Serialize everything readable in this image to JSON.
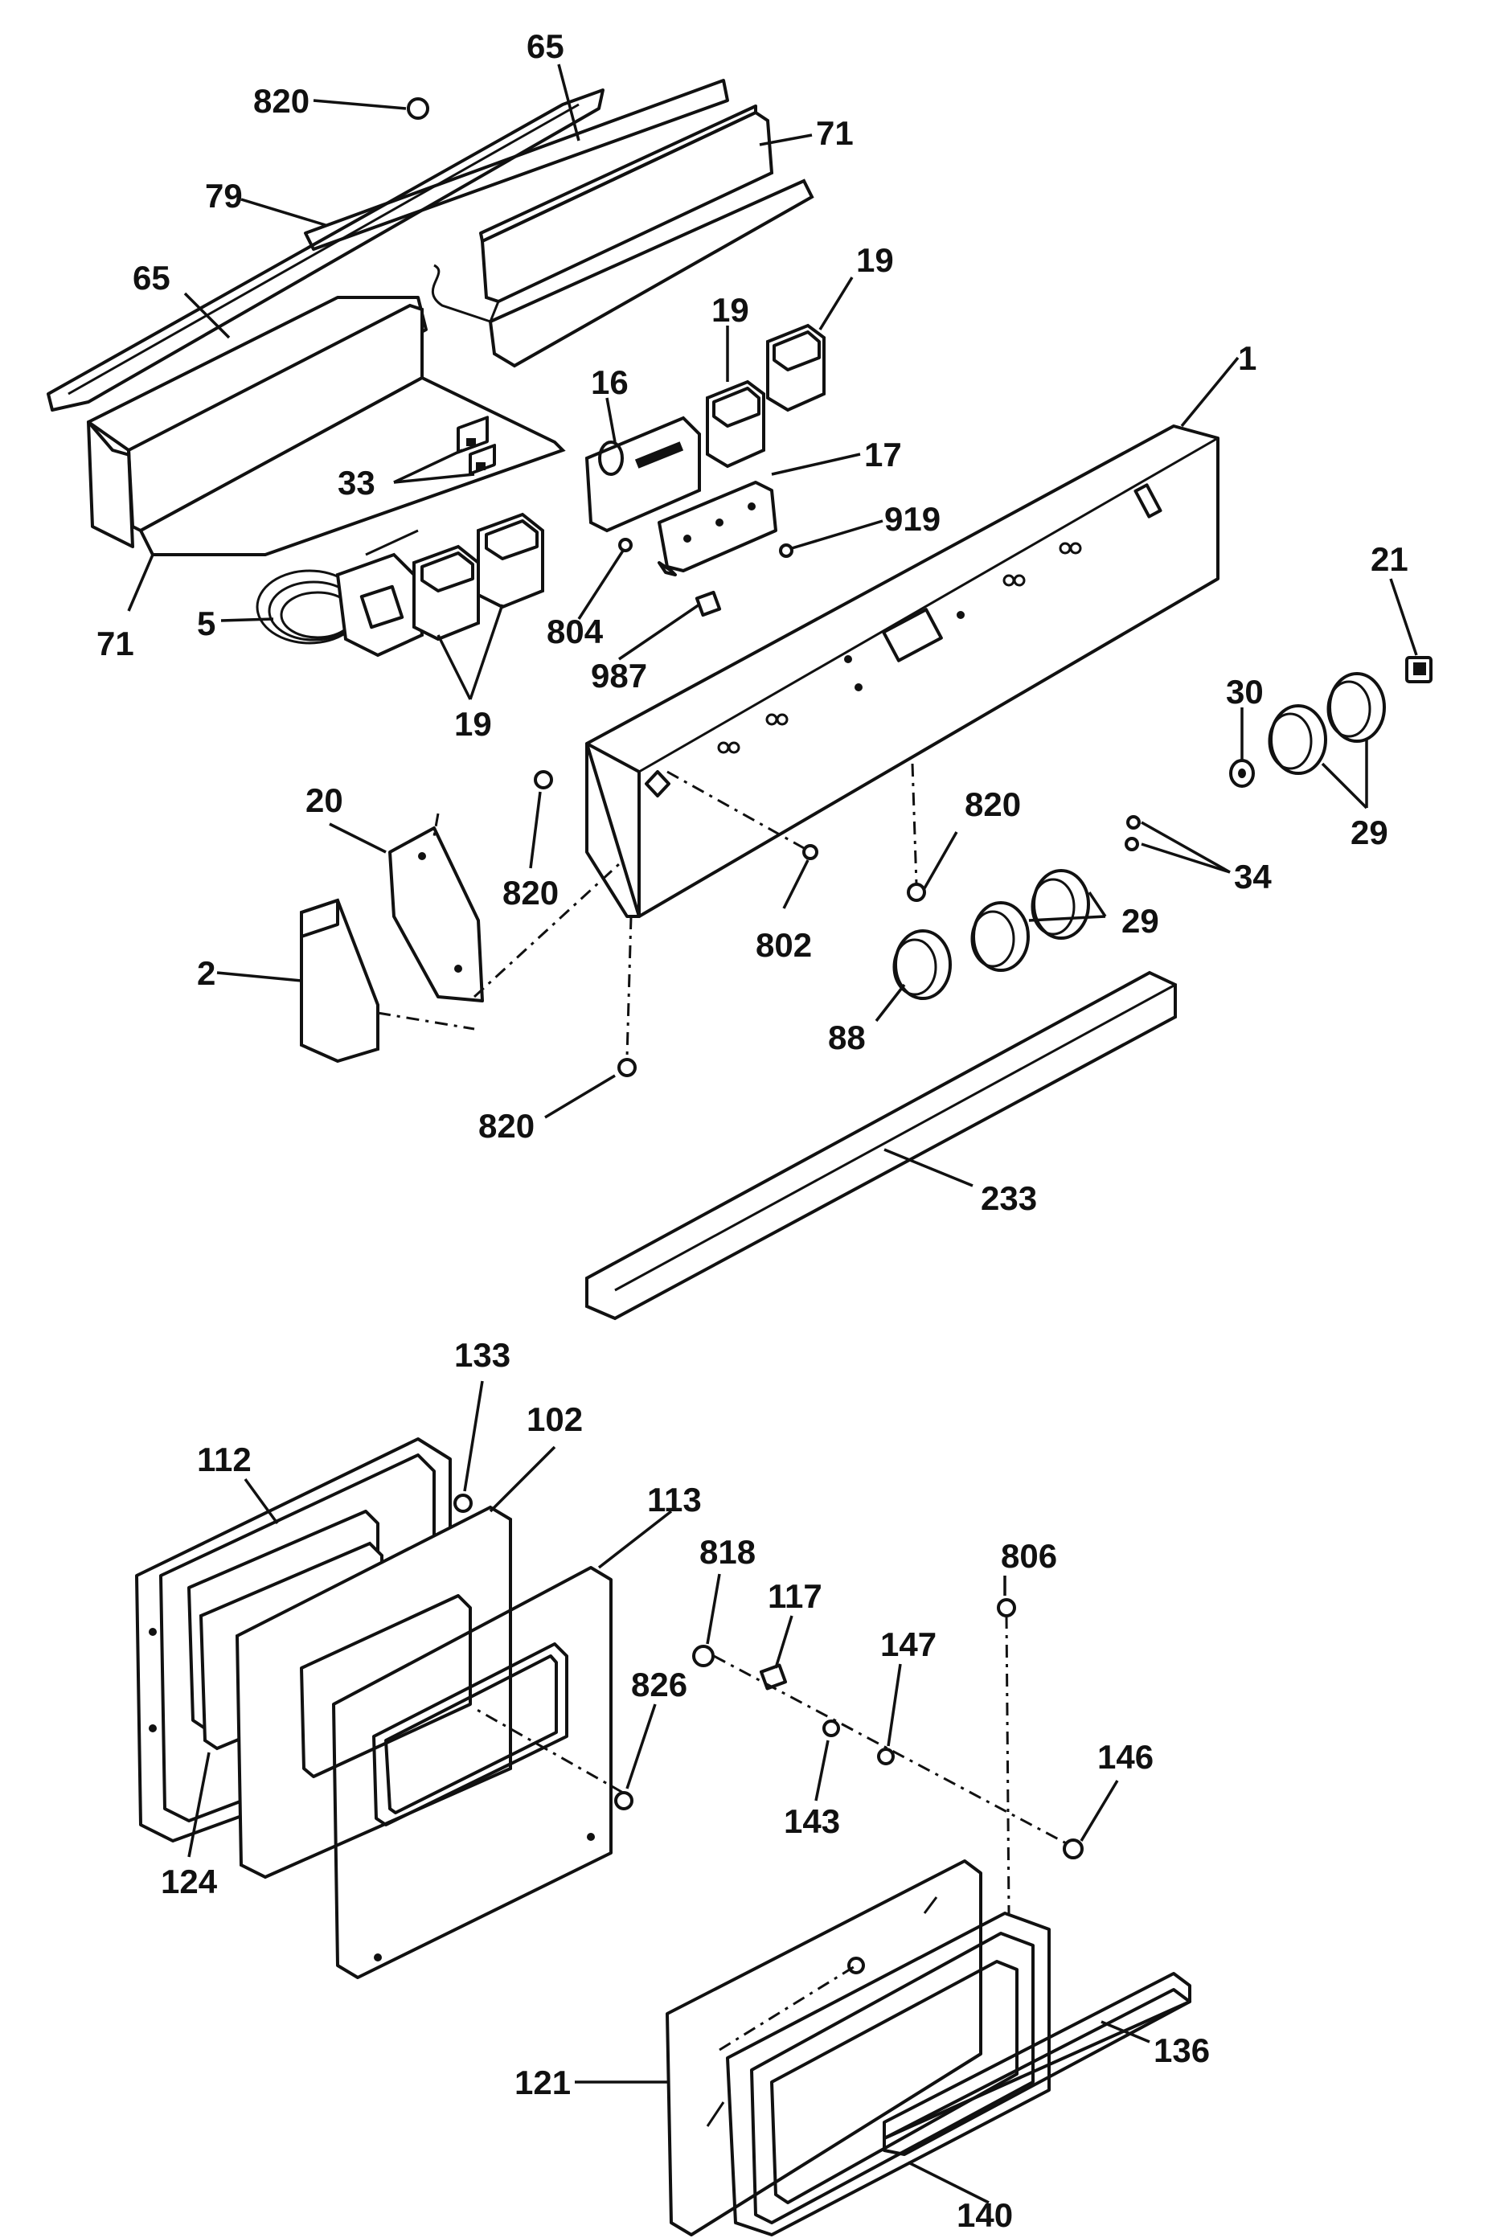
{
  "diagram": {
    "header_text": "",
    "callouts": [
      {
        "id": "c820a",
        "text": "820"
      },
      {
        "id": "c65a",
        "text": "65"
      },
      {
        "id": "c71a",
        "text": "71"
      },
      {
        "id": "c79",
        "text": "79"
      },
      {
        "id": "c65b",
        "text": "65"
      },
      {
        "id": "c19a",
        "text": "19"
      },
      {
        "id": "c19b",
        "text": "19"
      },
      {
        "id": "c16",
        "text": "16"
      },
      {
        "id": "c1",
        "text": "1"
      },
      {
        "id": "c17",
        "text": "17"
      },
      {
        "id": "c33",
        "text": "33"
      },
      {
        "id": "c919",
        "text": "919"
      },
      {
        "id": "c21",
        "text": "21"
      },
      {
        "id": "c5",
        "text": "5"
      },
      {
        "id": "c71b",
        "text": "71"
      },
      {
        "id": "c804",
        "text": "804"
      },
      {
        "id": "c987",
        "text": "987"
      },
      {
        "id": "c30",
        "text": "30"
      },
      {
        "id": "c19c",
        "text": "19"
      },
      {
        "id": "c29a",
        "text": "29"
      },
      {
        "id": "c20",
        "text": "20"
      },
      {
        "id": "c820b",
        "text": "820"
      },
      {
        "id": "c820c",
        "text": "820"
      },
      {
        "id": "c34",
        "text": "34"
      },
      {
        "id": "c2",
        "text": "2"
      },
      {
        "id": "c802",
        "text": "802"
      },
      {
        "id": "c29b",
        "text": "29"
      },
      {
        "id": "c88",
        "text": "88"
      },
      {
        "id": "c820d",
        "text": "820"
      },
      {
        "id": "c233",
        "text": "233"
      },
      {
        "id": "c133",
        "text": "133"
      },
      {
        "id": "c102",
        "text": "102"
      },
      {
        "id": "c112",
        "text": "112"
      },
      {
        "id": "c113",
        "text": "113"
      },
      {
        "id": "c818",
        "text": "818"
      },
      {
        "id": "c117",
        "text": "117"
      },
      {
        "id": "c806",
        "text": "806"
      },
      {
        "id": "c147",
        "text": "147"
      },
      {
        "id": "c826",
        "text": "826"
      },
      {
        "id": "c143",
        "text": "143"
      },
      {
        "id": "c146",
        "text": "146"
      },
      {
        "id": "c124",
        "text": "124"
      },
      {
        "id": "c121",
        "text": "121"
      },
      {
        "id": "c136",
        "text": "136"
      },
      {
        "id": "c140",
        "text": "140"
      }
    ]
  }
}
